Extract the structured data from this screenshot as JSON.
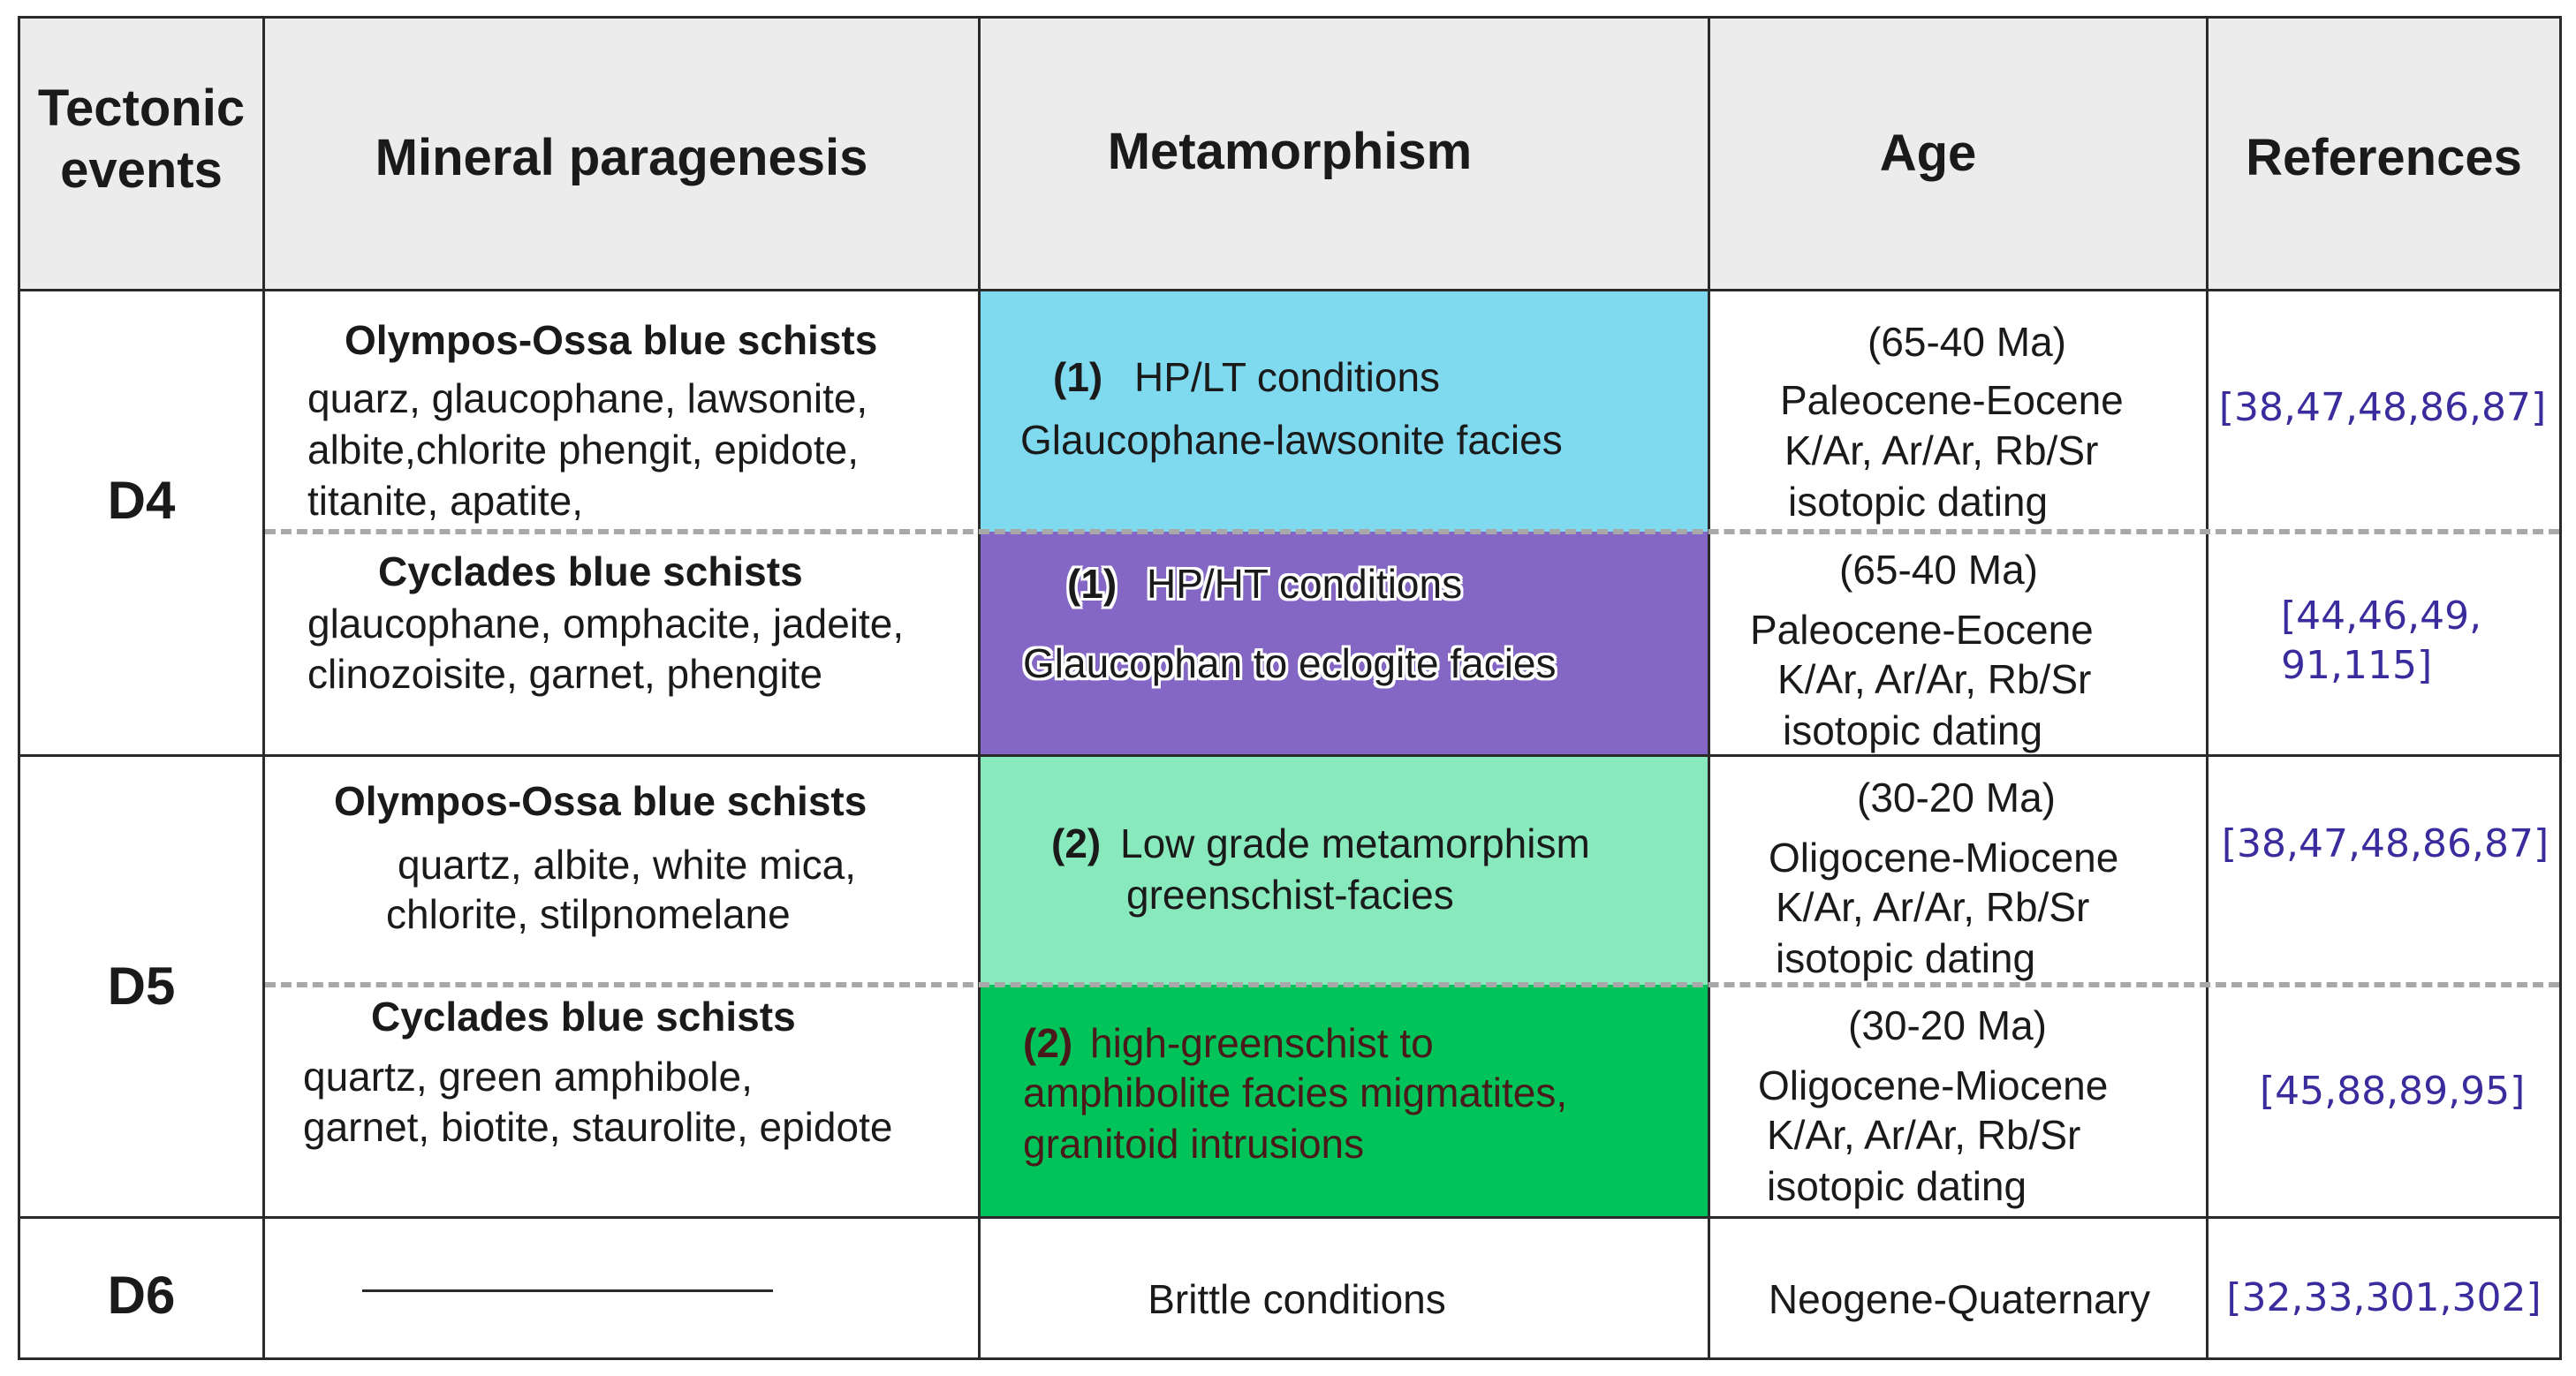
{
  "headers": {
    "tectonic_line1": "Tectonic",
    "tectonic_line2": "events",
    "mineral": "Mineral paragenesis",
    "metamorphism": "Metamorphism",
    "age": "Age",
    "references": "References"
  },
  "events": {
    "d4": "D4",
    "d5": "D5",
    "d6": "D6"
  },
  "rows": [
    {
      "mineral_title": "Olympos-Ossa blue schists",
      "mineral_lines": [
        "quarz, glaucophane, lawsonite,",
        "albite,chlorite phengit, epidote,",
        "titanite, apatite,"
      ],
      "meta_num": "(1)",
      "meta_line1": "HP/LT conditions",
      "meta_line2": "Glaucophane-lawsonite facies",
      "age_lines": [
        "(65-40 Ma)",
        "Paleocene-Eocene",
        "K/Ar, Ar/Ar, Rb/Sr",
        "isotopic dating"
      ],
      "ref_lines": [
        "[38,47,48,86,87]"
      ]
    },
    {
      "mineral_title": "Cyclades blue schists",
      "mineral_lines": [
        "glaucophane, omphacite, jadeite,",
        "clinozoisite, garnet, phengite"
      ],
      "meta_num": "(1)",
      "meta_line1": "HP/HT conditions",
      "meta_line2": "Glaucophan to eclogite facies",
      "age_lines": [
        "(65-40 Ma)",
        "Paleocene-Eocene",
        "K/Ar, Ar/Ar, Rb/Sr",
        "isotopic dating"
      ],
      "ref_lines": [
        "[44,46,49,",
        "91,115]"
      ]
    },
    {
      "mineral_title": "Olympos-Ossa blue schists",
      "mineral_lines": [
        "quartz, albite, white mica,",
        "chlorite, stilpnomelane"
      ],
      "meta_num": "(2)",
      "meta_line1": "Low grade metamorphism",
      "meta_line2": "greenschist-facies",
      "age_lines": [
        "(30-20 Ma)",
        "Oligocene-Miocene",
        "K/Ar, Ar/Ar, Rb/Sr",
        "isotopic dating"
      ],
      "ref_lines": [
        "[38,47,48,86,87]"
      ]
    },
    {
      "mineral_title": "Cyclades blue schists",
      "mineral_lines": [
        "quartz, green amphibole,",
        "garnet, biotite, staurolite, epidote"
      ],
      "meta_num": "(2)",
      "meta_line1": "high-greenschist to",
      "meta_line2": "amphibolite facies migmatites,",
      "meta_line3": "granitoid intrusions",
      "age_lines": [
        "(30-20 Ma)",
        "Oligocene-Miocene",
        "K/Ar, Ar/Ar, Rb/Sr",
        "isotopic dating"
      ],
      "ref_lines": [
        "[45,88,89,95]"
      ]
    },
    {
      "meta_line1": "Brittle conditions",
      "age_lines": [
        "Neogene-Quaternary"
      ],
      "ref_lines": [
        "[32,33,301,302]"
      ]
    }
  ],
  "colors": {
    "header_bg": "#ececec",
    "hp_lt": "#7fdaf0",
    "hp_ht": "#8467c5",
    "low_grade": "#87e9bc",
    "high_greenschist": "#00c35a",
    "reference_text": "#3b2c9e"
  }
}
